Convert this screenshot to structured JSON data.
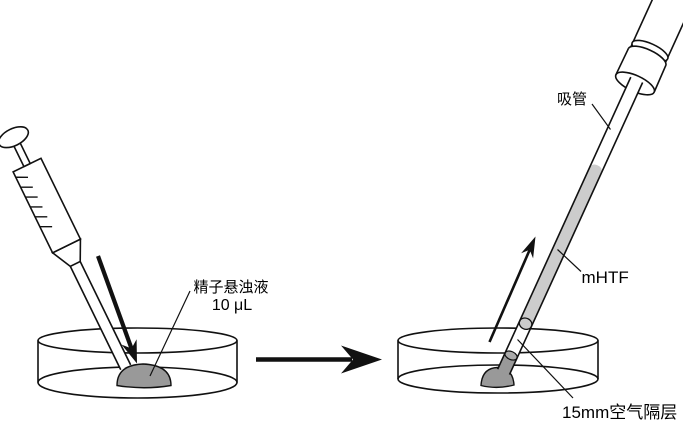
{
  "diagram": {
    "description": "Two-step lab procedure: deposit sperm suspension droplet into dish, then aspirate with a pipette pre-loaded with mHTF and an air gap",
    "step1": {
      "suspension_label_line1": "精子悬浊液",
      "suspension_label_line2": "10 μL"
    },
    "step2": {
      "pipette_label": "吸管",
      "medium_label": "mHTF",
      "air_gap_label": "15mm空气隔层"
    },
    "icons": {
      "down_arrow": "insert-direction-arrow",
      "right_arrow": "next-step-arrow",
      "up_arrow": "aspirate-direction-arrow"
    },
    "colors": {
      "suspension_gray": "#999999",
      "medium_gray": "#cccccc",
      "meniscus_gray": "#aaaaaa",
      "line_black": "#111111",
      "background": "#ffffff"
    }
  }
}
